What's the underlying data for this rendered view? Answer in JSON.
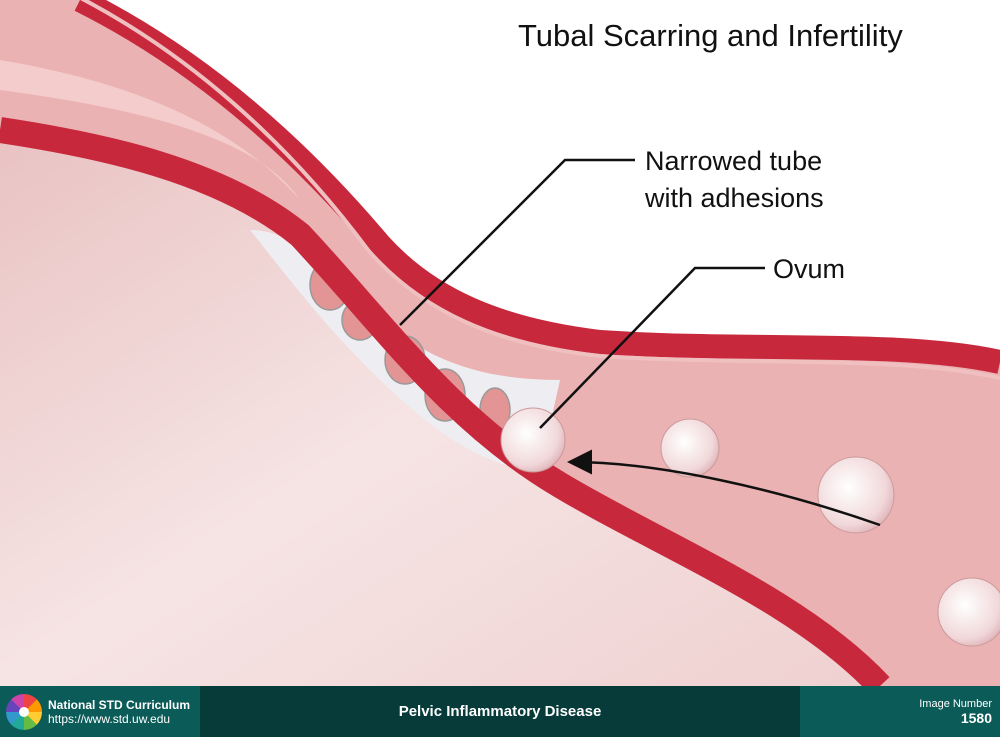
{
  "title": "Tubal Scarring and Infertility",
  "labels": {
    "narrowed_line1": "Narrowed tube",
    "narrowed_line2": "with adhesions",
    "ovum": "Ovum"
  },
  "footer": {
    "org": "National STD Curriculum",
    "url": "https://www.std.uw.edu",
    "topic": "Pelvic Inflammatory Disease",
    "image_number_label": "Image Number",
    "image_number": "1580"
  },
  "colors": {
    "wall": "#c8283c",
    "lumen": "#eab2b2",
    "footer_dark": "#063b39",
    "footer_teal": "#0b5b58"
  }
}
